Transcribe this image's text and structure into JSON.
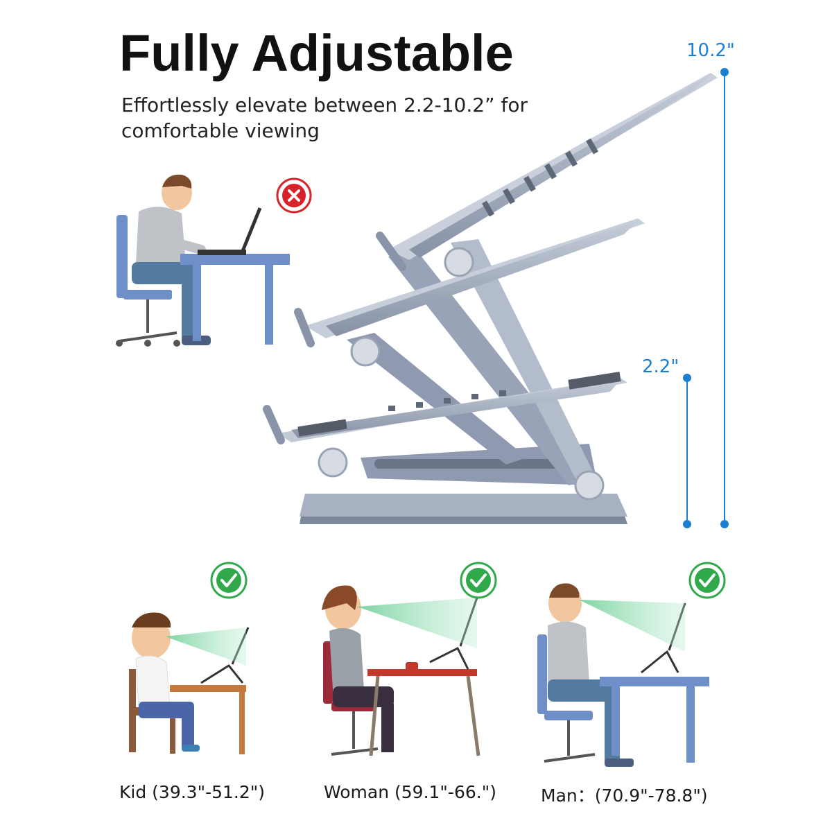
{
  "header": {
    "title": "Fully Adjustable",
    "subtitle_line1": "Effortlessly elevate between 2.2-10.2” for",
    "subtitle_line2": "comfortable viewing"
  },
  "dimensions": {
    "max_label": "10.2\"",
    "min_label": "2.2\""
  },
  "scenarios": [
    {
      "caption": "Kid (39.3\"-51.2\")",
      "status": "correct"
    },
    {
      "caption": "Woman (59.1\"-66.\")",
      "status": "correct"
    },
    {
      "caption": "Man：(70.9\"-78.8\")",
      "status": "correct"
    }
  ],
  "bad_posture_status": "wrong",
  "colors": {
    "dimension_blue": "#1a7fd0",
    "check_green": "#2fa94a",
    "cross_red": "#d8222b",
    "stand_gray": "#8c98ad",
    "desk_blue": "#6f8fc8"
  }
}
